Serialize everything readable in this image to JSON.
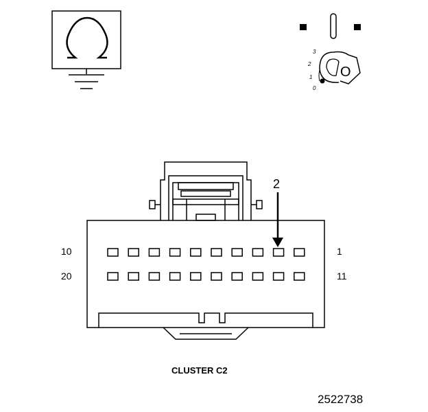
{
  "diagram": {
    "connector": {
      "caption": "CLUSTER C2",
      "arrow_label": "2",
      "pin_labels": {
        "top_left": "10",
        "top_right": "1",
        "bottom_left": "20",
        "bottom_right": "11"
      },
      "row_top_count": 10,
      "row_bottom_count": 10,
      "highlighted_cavity": 2
    },
    "ignition_key": {
      "positions": [
        "3",
        "2",
        "1",
        "0"
      ],
      "face_label": "O"
    },
    "figure_id": "2522738",
    "icons": {
      "ohmmeter": "ohm-symbol-icon",
      "ground": "ground-icon",
      "ignition": "ignition-key-icon",
      "pointer": "arrow-down-icon"
    }
  }
}
